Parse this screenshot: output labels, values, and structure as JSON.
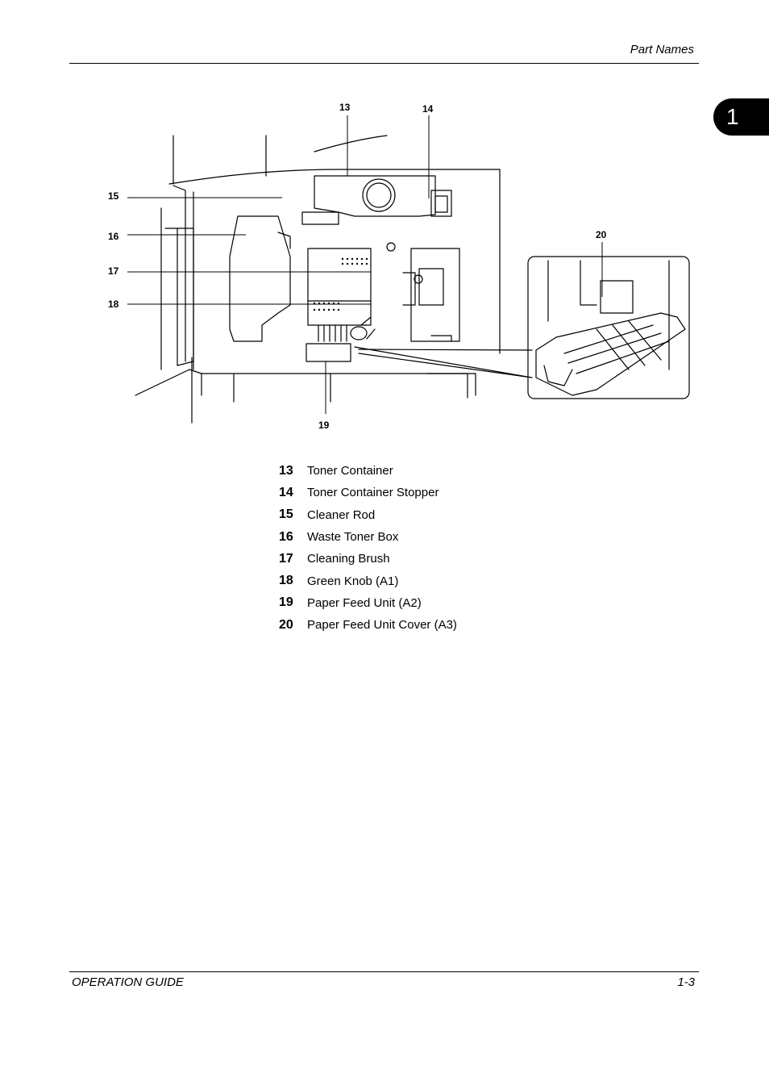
{
  "header": {
    "section_title": "Part Names",
    "chapter_number": "1"
  },
  "figure": {
    "callouts": [
      "13",
      "14",
      "15",
      "16",
      "17",
      "18",
      "19",
      "20"
    ]
  },
  "parts": [
    {
      "number": "13",
      "label": "Toner Container"
    },
    {
      "number": "14",
      "label": "Toner Container Stopper"
    },
    {
      "number": "15",
      "label": "Cleaner Rod"
    },
    {
      "number": "16",
      "label": "Waste Toner Box"
    },
    {
      "number": "17",
      "label": "Cleaning Brush"
    },
    {
      "number": "18",
      "label": "Green Knob (A1)"
    },
    {
      "number": "19",
      "label": "Paper Feed Unit (A2)"
    },
    {
      "number": "20",
      "label": "Paper Feed Unit Cover (A3)"
    }
  ],
  "footer": {
    "guide_name": "OPERATION GUIDE",
    "page_number": "1-3"
  }
}
